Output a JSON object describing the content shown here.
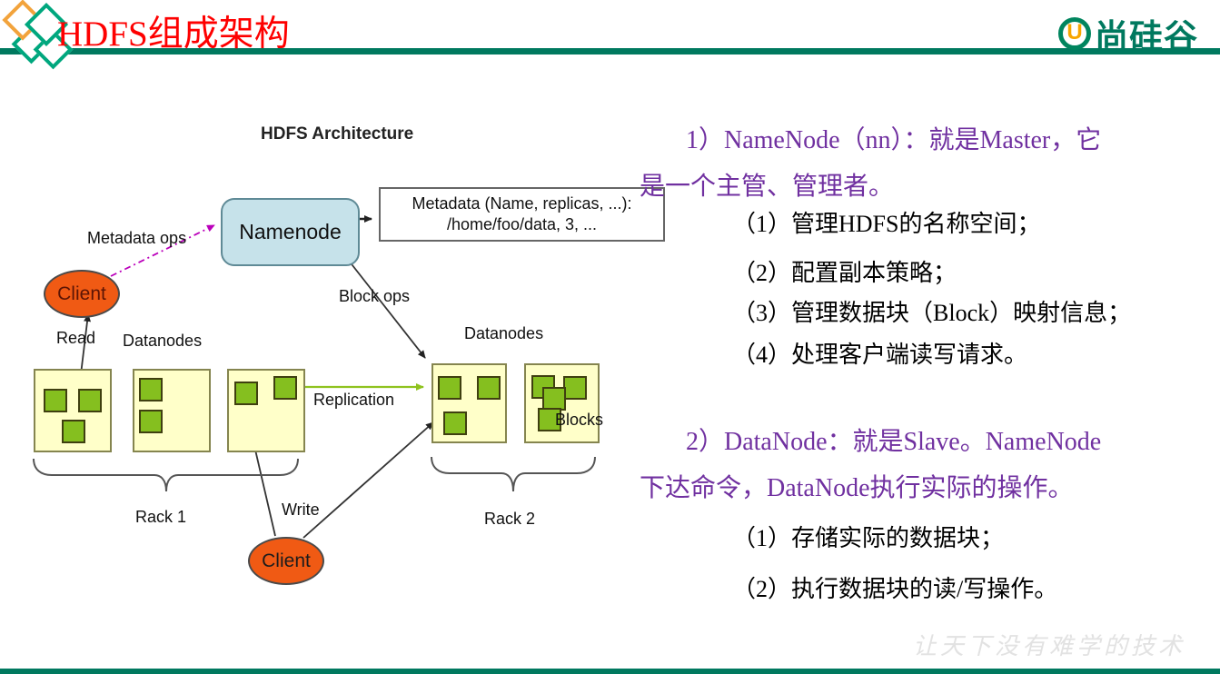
{
  "header": {
    "title": "HDFS组成架构",
    "logo_u": "U",
    "logo_text": "尚硅谷"
  },
  "diagram": {
    "title": "HDFS Architecture",
    "namenode": "Namenode",
    "metadata_line1": "Metadata (Name, replicas, ...):",
    "metadata_line2": "/home/foo/data, 3, ...",
    "metadata_ops": "Metadata ops",
    "block_ops": "Block ops",
    "read": "Read",
    "write": "Write",
    "replication": "Replication",
    "blocks": "Blocks",
    "datanodes_left": "Datanodes",
    "datanodes_right": "Datanodes",
    "rack1": "Rack 1",
    "rack2": "Rack 2",
    "client_top": "Client",
    "client_bottom": "Client"
  },
  "notes": {
    "item1_line1": "1）NameNode（nn）：就是Master，它",
    "item1_line2": "是一个主管、管理者。",
    "item1_subitems": [
      "（1）管理HDFS的名称空间；",
      "（2）配置副本策略；",
      "（3）管理数据块（Block）映射信息；",
      "（4）处理客户端读写请求。"
    ],
    "item2_line1": "2）DataNode：就是Slave。NameNode",
    "item2_line2": "下达命令，DataNode执行实际的操作。",
    "item2_subitems": [
      "（1）存储实际的数据块；",
      "（2）执行数据块的读/写操作。"
    ]
  },
  "watermark": "让天下没有难学的技术",
  "colors": {
    "accent_teal": "#00795f",
    "title_red": "#fe0000",
    "note_purple": "#7030a0",
    "client_orange": "#f05a14",
    "datanode_yellow": "#ffffc9",
    "block_green": "#85bf1f",
    "namenode_blue": "#c6e2ea",
    "replication_green": "#8fc31f",
    "metadata_ops_purple": "#bb00bb"
  }
}
